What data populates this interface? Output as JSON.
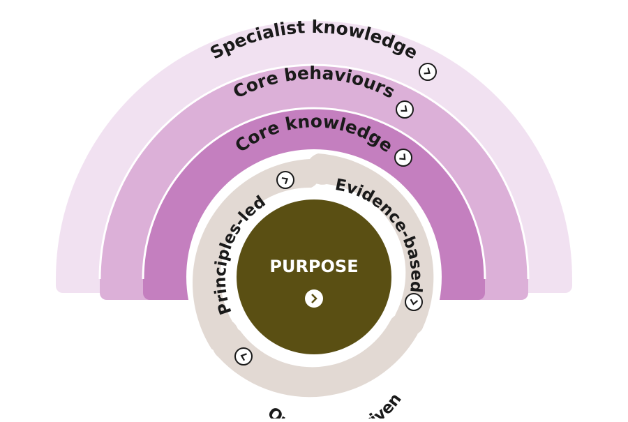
{
  "diagram": {
    "layers": [
      {
        "id": "specialist",
        "label": "Specialist knowledge",
        "color": "#f1e1f1"
      },
      {
        "id": "behaviours",
        "label": "Core behaviours",
        "color": "#dcb0d8"
      },
      {
        "id": "knowledge",
        "label": "Core knowledge",
        "color": "#c47fbf"
      }
    ],
    "ring_segments": [
      {
        "id": "principles",
        "label": "Principles-led",
        "color": "#e2d9d3"
      },
      {
        "id": "evidence",
        "label": "Evidence-based",
        "color": "#e2d9d3"
      },
      {
        "id": "outcomes",
        "label": "Outcomes-driven",
        "color": "#e2d9d3"
      }
    ],
    "center": {
      "label": "PURPOSE",
      "color": "#5a4f13"
    },
    "icons": {
      "arrow": "chevron-circle-icon"
    }
  }
}
